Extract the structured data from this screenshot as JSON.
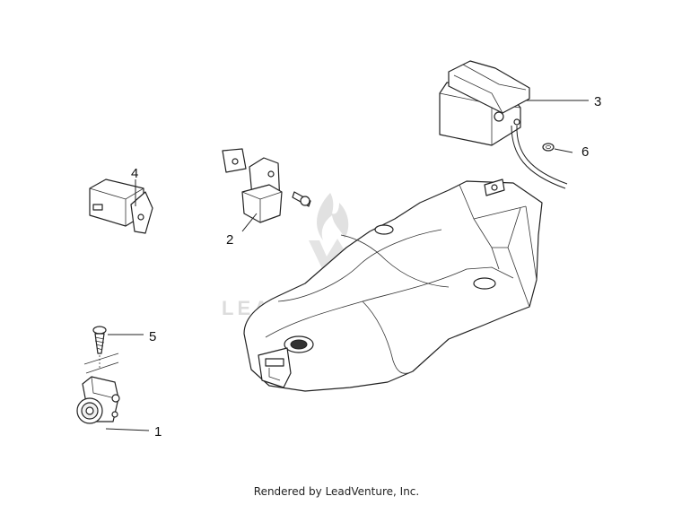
{
  "watermark": {
    "brand": "LEADVENTURE"
  },
  "callouts": {
    "c1": "1",
    "c2": "2",
    "c3": "3",
    "c4": "4",
    "c5": "5",
    "c6": "6"
  },
  "footer": {
    "text": "Rendered by LeadVenture, Inc."
  }
}
